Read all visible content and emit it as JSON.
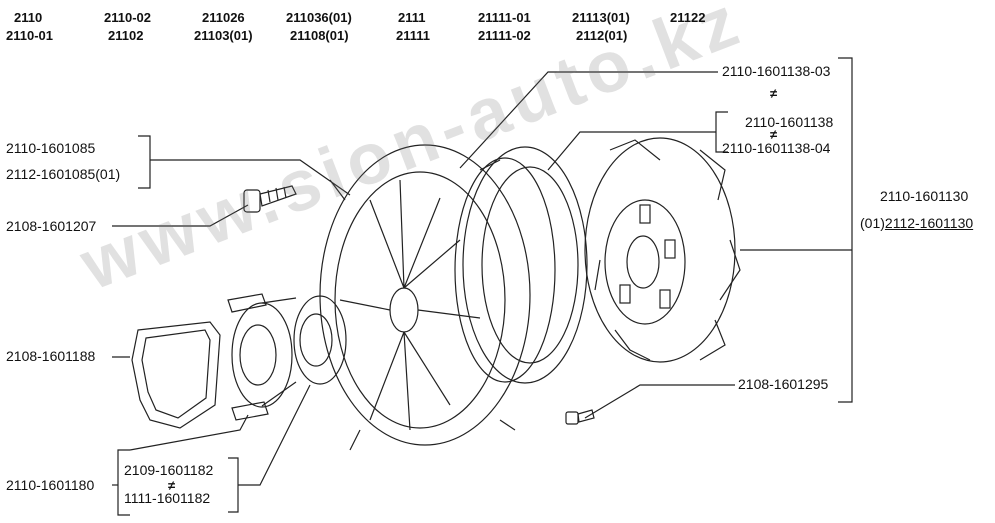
{
  "models": {
    "row1": [
      "2110",
      "2110-02",
      "211026",
      "211036(01)",
      "2111",
      "21111-01",
      "21113(01)",
      "21122"
    ],
    "row2": [
      "2110-01",
      "21102",
      "21103(01)",
      "21108(01)",
      "21111",
      "21111-02",
      "2112(01)"
    ]
  },
  "parts": {
    "cover_main": "2110-1601138-03",
    "cover_alt1": "2110-1601138",
    "cover_alt2": "2110-1601138-04",
    "pressure_plate_1": "2110-1601085",
    "pressure_plate_2": "2112-1601085(01)",
    "bolt": "2108-1601207",
    "disc_1": "2110-1601130",
    "disc_2_prefix": "(01)",
    "disc_2": "2112-1601130",
    "spring": "2108-1601188",
    "screw": "2108-1601295",
    "release_assembly": "2110-1601180",
    "bearing_1": "2109-1601182",
    "bearing_2": "1111-1601182",
    "not_equal": "≠"
  },
  "watermark": "www.sion-auto.kz"
}
